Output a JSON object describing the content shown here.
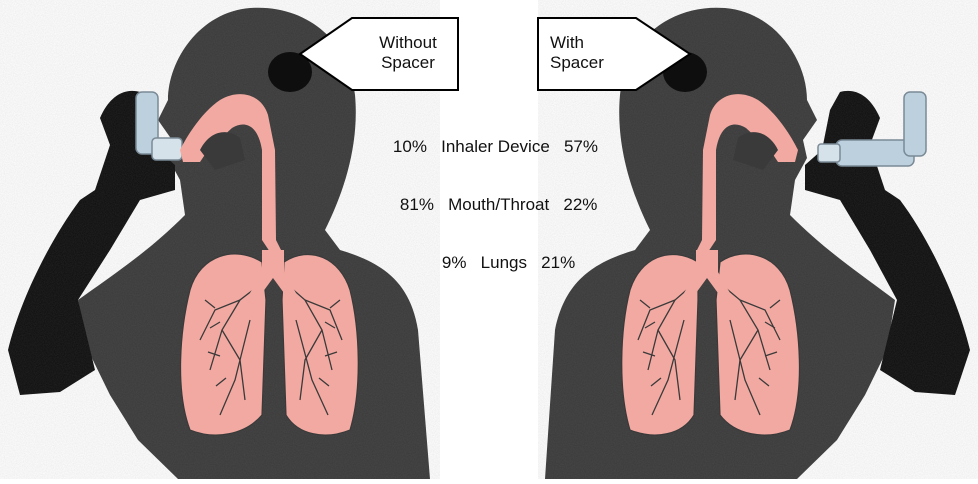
{
  "callouts": {
    "without": {
      "line1": "Without",
      "line2": "Spacer"
    },
    "with": {
      "line1": "With",
      "line2": "Spacer"
    }
  },
  "stats": [
    {
      "without": "10%",
      "label": "Inhaler Device",
      "with": "57%"
    },
    {
      "without": "81%",
      "label": "Mouth/Throat",
      "with": "22%"
    },
    {
      "without": "9%",
      "label": "Lungs",
      "with": "21%"
    }
  ],
  "colors": {
    "silhouette": "#3a3a3a",
    "arm": "#0e0e0e",
    "airway": "#f2a9a1",
    "bronchi_line": "#3a3a3a",
    "inhaler": "#bcd0de",
    "callout_fill": "#ffffff",
    "callout_stroke": "#000000"
  }
}
